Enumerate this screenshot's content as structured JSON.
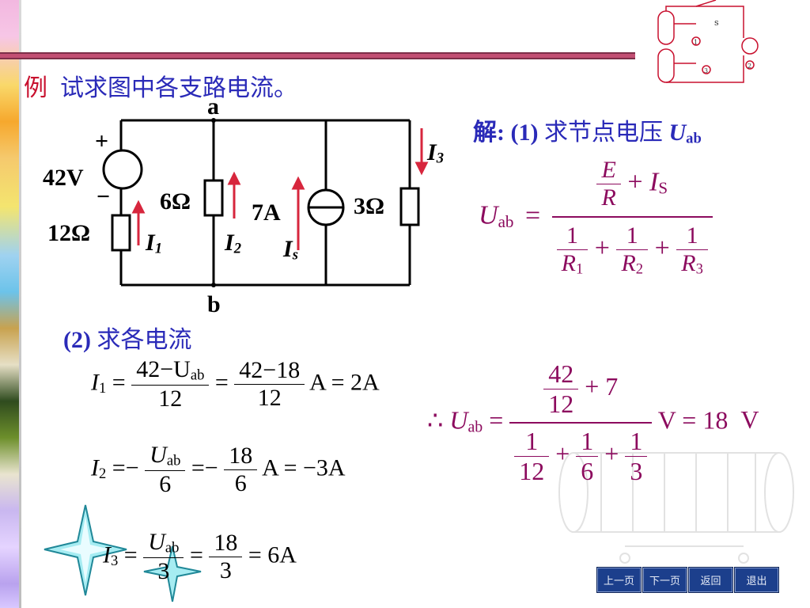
{
  "title": {
    "tag": "例",
    "text": "试求图中各支路电流。"
  },
  "circuit": {
    "node_a": "a",
    "node_b": "b",
    "plus": "+",
    "minus": "−",
    "emf": "42V",
    "r1": "12Ω",
    "r2": "6Ω",
    "is": "7A",
    "r3": "3Ω",
    "i1": "I",
    "i1_sub": "1",
    "i2": "I",
    "i2_sub": "2",
    "is_label": "I",
    "is_sub": "s",
    "i3": "I",
    "i3_sub": "3"
  },
  "thumbnail": {
    "s_label": "s",
    "labels": [
      "1",
      "2",
      "3"
    ]
  },
  "solution": {
    "step1_prefix": "解:",
    "step1_num": "(1)",
    "step1_text": "求节点电压",
    "step1_var": "U",
    "step1_sub": "ab",
    "step2_num": "(2)",
    "step2_text": "求各电流"
  },
  "formula_uab": {
    "lhs": "U",
    "lhs_sub": "ab",
    "eq": "=",
    "num_E": "E",
    "num_R": "R",
    "plus": "+",
    "num_I": "I",
    "num_I_sub": "S",
    "one": "1",
    "R": "R",
    "d1": "1",
    "d2": "2",
    "d3": "3"
  },
  "result_uab": {
    "therefore": "∴",
    "lhs": "U",
    "lhs_sub": "ab",
    "eq": "=",
    "n42": "42",
    "n12": "12",
    "plus7": "+ 7",
    "one": "1",
    "d12": "12",
    "d6": "6",
    "d3": "3",
    "plus": "+",
    "unit": "V",
    "eq2": "=",
    "value": "18",
    "unit2": "V"
  },
  "eq_i1": {
    "lhs": "I",
    "sub": "1",
    "eq": "=",
    "num1": "42−U",
    "num1_sub": "ab",
    "den1": "12",
    "eq2": "=",
    "num2": "42−18",
    "den2": "12",
    "unit": "A =",
    "result": "2A"
  },
  "eq_i2": {
    "lhs": "I",
    "sub": "2",
    "eq": "=−",
    "num1": "U",
    "num1_sub": "ab",
    "den1": "6",
    "eq2": "=−",
    "num2": "18",
    "den2": "6",
    "unit": "A =",
    "result": "−3A"
  },
  "eq_i3": {
    "lhs": "I",
    "sub": "3",
    "eq": "=",
    "num1": "U",
    "num1_sub": "ab",
    "den1": "3",
    "eq2": "=",
    "num2": "18",
    "den2": "3",
    "eq3": "=",
    "result": "6A"
  },
  "nav": {
    "prev": "上一页",
    "next": "下一页",
    "back": "返回",
    "exit": "退出"
  },
  "colors": {
    "accent": "#8c0b5e",
    "title_blue": "#2a2ab8",
    "red": "#c8102e",
    "nav": "#1c3f8c"
  }
}
